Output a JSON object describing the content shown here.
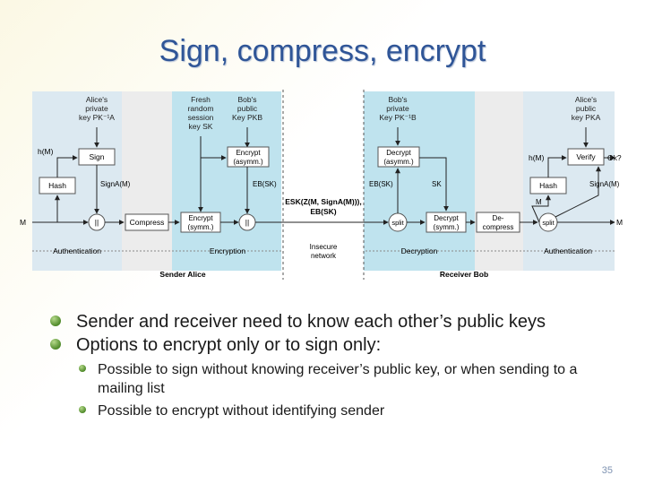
{
  "slide": {
    "title": "Sign, compress, encrypt",
    "page_number": "35"
  },
  "diagram": {
    "top_labels": [
      "Alice's private key PK⁻¹A",
      "Fresh random session key SK",
      "Bob's public key PKB",
      "Bob's private key PK⁻¹B",
      "Alice's public key PKA"
    ],
    "boxes": {
      "sign": "Sign",
      "hash_left": "Hash",
      "concat_left": "||",
      "compress": "Compress",
      "encrypt_asym": "Encrypt (asymm.)",
      "encrypt_sym": "Encrypt (symm.)",
      "concat_mid": "||",
      "decrypt_asym": "Decrypt (asymm.)",
      "split_mid": "split",
      "decrypt_sym": "Decrypt (symm.)",
      "decompress": "De-compress",
      "split_right": "split",
      "verify": "Verify",
      "hash_right": "Hash"
    },
    "labels": {
      "h_m_left": "h(M)",
      "sign_out_left": "SignA(M)",
      "m_left": "M",
      "ek_sk_left": "EB(SK)",
      "ciphertext": "ESK(Z(M, SignA(M))),",
      "ciphertext_2": "EB(SK)",
      "ek_sk_right": "EB(SK)",
      "sk_right": "SK",
      "h_m_right": "h(M)",
      "ok": "Ok?",
      "sign_in_right": "SignA(M)",
      "m_mid_right": "M",
      "m_right": "M"
    },
    "bottom_labels": {
      "authentication_left": "Authentication",
      "encryption": "Encryption",
      "insecure_network": "Insecure network",
      "decryption": "Decryption",
      "authentication_right": "Authentication",
      "sender": "Sender Alice",
      "receiver": "Receiver Bob"
    }
  },
  "bullets": [
    {
      "text": "Sender and receiver need to know each other’s public keys",
      "children": []
    },
    {
      "text": "Options to encrypt only or to sign only:",
      "children": [
        "Possible to sign without knowing receiver’s public key, or when sending to a mailing list",
        "Possible to encrypt without identifying sender"
      ]
    }
  ]
}
